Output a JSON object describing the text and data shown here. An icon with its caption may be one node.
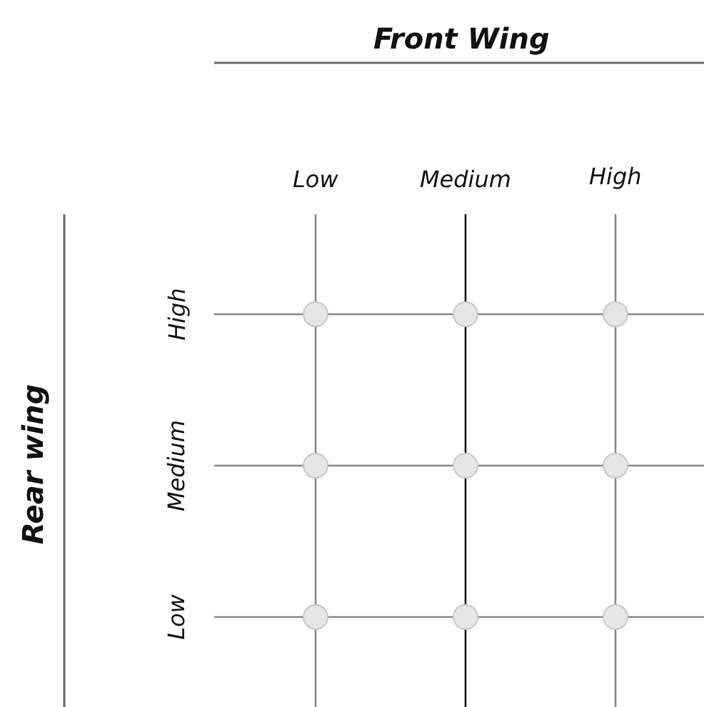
{
  "diagram": {
    "nodes": [
      {
        "text": [],
        "shape": "circle"
      },
      {
        "text": [],
        "shape": "circle"
      },
      {
        "text": [],
        "shape": "circle"
      },
      {
        "text": [],
        "shape": "circle"
      },
      {
        "text": [],
        "shape": "circle"
      },
      {
        "text": [],
        "shape": "circle"
      },
      {
        "text": [],
        "shape": "circle"
      },
      {
        "text": [],
        "shape": "circle"
      },
      {
        "text": [],
        "shape": "circle"
      }
    ],
    "labels": [
      "Front Wing",
      "Low",
      "Medium",
      "High",
      "Rear wing",
      "High",
      "Medium",
      "Low"
    ]
  }
}
